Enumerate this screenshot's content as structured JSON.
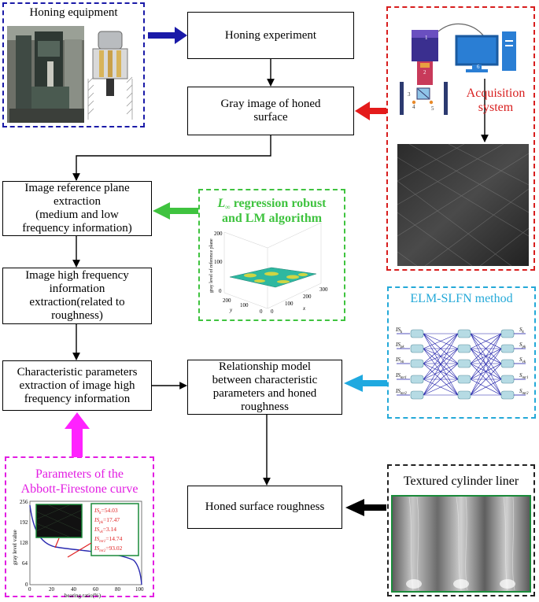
{
  "flow": {
    "honing_experiment": "Honing experiment",
    "gray_image_line1": "Gray image  of  honed",
    "gray_image_line2": "surface",
    "ref_plane_line1": "Image reference plane",
    "ref_plane_line2": "extraction",
    "ref_plane_line3": "(medium and low",
    "ref_plane_line4": "frequency information)",
    "high_freq_line1": "Image high frequency",
    "high_freq_line2": "information",
    "high_freq_line3": "extraction(related to",
    "high_freq_line4": "roughness)",
    "char_params_line1": "Characteristic parameters",
    "char_params_line2": "extraction of image high",
    "char_params_line3": "frequency information",
    "relationship_line1": "Relationship model",
    "relationship_line2": "between characteristic",
    "relationship_line3": "parameters and honed",
    "relationship_line4": "roughness",
    "roughness": "Honed surface roughness"
  },
  "panels": {
    "honing_equipment": {
      "title": "Honing equipment",
      "color": "#1a1aa8"
    },
    "acquisition": {
      "title_line1": "Acquisition",
      "title_line2": "system",
      "color": "#d81e1e",
      "labels": [
        "1",
        "2",
        "3",
        "4",
        "5",
        "6"
      ]
    },
    "regression": {
      "title_var": "L",
      "title_sub": "∞",
      "title_line1": " regression robust",
      "title_line2": "and LM algorithm",
      "color": "#3fc33f",
      "zlabel": "gray level of  reference plane",
      "xlabel": "x",
      "ylabel": "y",
      "x_ticks": [
        "300",
        "200",
        "100",
        "0"
      ],
      "y_ticks": [
        "200",
        "100",
        "0"
      ],
      "z_ticks": [
        "200",
        "100",
        "0"
      ]
    },
    "elm": {
      "title": "ELM-SLFN method",
      "color": "#24a9d8",
      "inputs": [
        "IS",
        "IS",
        "IS",
        "IS",
        "IS"
      ],
      "input_subs": [
        "k",
        "pk",
        "vk",
        "mr1",
        "mr2"
      ],
      "outputs": [
        "S",
        "S",
        "S",
        "S",
        "S"
      ],
      "output_subs": [
        "k",
        "pk",
        "vk",
        "mr1",
        "mr2"
      ]
    },
    "abbott": {
      "title_line1": "Parameters of the",
      "title_line2": "Abbott-Firestone curve",
      "color": "#e21de2",
      "ylabel": "gray level value",
      "xlabel": "bearing ratio(%)",
      "y_ticks": [
        "256",
        "192",
        "128",
        "64",
        "0"
      ],
      "x_ticks": [
        "0",
        "20",
        "40",
        "60",
        "80",
        "100"
      ],
      "params": [
        {
          "name": "IS",
          "sub": "k",
          "value": "=54.03"
        },
        {
          "name": "IS",
          "sub": "pk",
          "value": "=17.47"
        },
        {
          "name": "IS",
          "sub": "vk",
          "value": "=3.14"
        },
        {
          "name": "IS",
          "sub": "mr1",
          "value": "=14.74"
        },
        {
          "name": "IS",
          "sub": "mr2",
          "value": "=93.02"
        }
      ]
    },
    "liner": {
      "title": "Textured cylinder liner",
      "color": "#222222"
    }
  },
  "colors": {
    "blue_arrow": "#1a1aa8",
    "red_arrow": "#e41b1b",
    "green_arrow": "#3fc33f",
    "cyan_arrow": "#1fa9e0",
    "magenta_arrow": "#ff22ff",
    "black_arrow": "#000000"
  }
}
